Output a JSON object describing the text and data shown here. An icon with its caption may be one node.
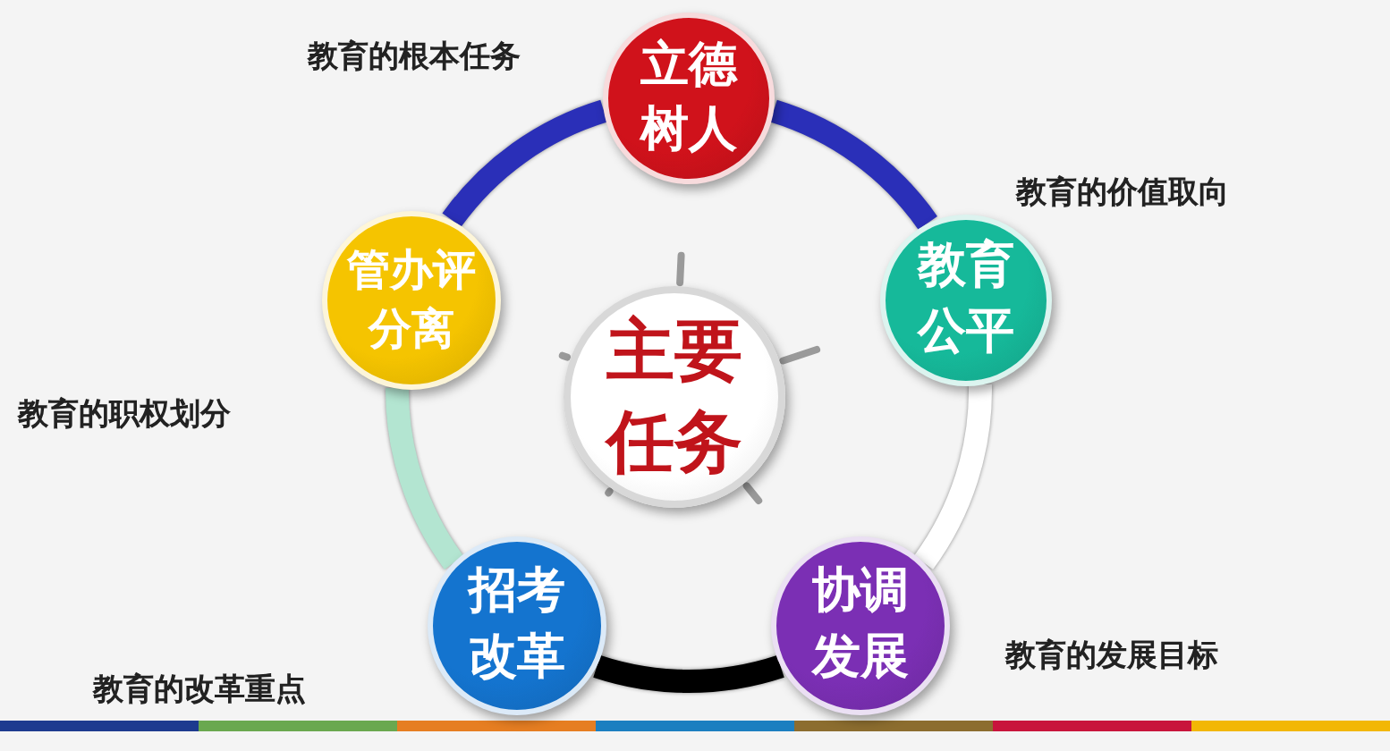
{
  "diagram": {
    "nodes": [
      {
        "text": [
          "立德树人"
        ]
      },
      {
        "text": [
          "管办评分离"
        ]
      },
      {
        "text": [
          "主要任务"
        ]
      },
      {
        "text": [
          "教育公平"
        ]
      },
      {
        "text": [
          "招考改革"
        ]
      },
      {
        "text": [
          "协调发展"
        ]
      }
    ],
    "edges": [
      {
        "from": 0,
        "to": 3,
        "arrow": "none",
        "color": "#2a2fb8"
      },
      {
        "from": 3,
        "to": 5,
        "arrow": "none",
        "color": "#ffffff"
      },
      {
        "from": 5,
        "to": 4,
        "arrow": "none",
        "color": "#000000"
      },
      {
        "from": 4,
        "to": 1,
        "arrow": "none",
        "color": "#b3e5d1"
      },
      {
        "from": 1,
        "to": 0,
        "arrow": "none",
        "color": "#2a2fb8"
      }
    ],
    "labels": [
      "教育的根本任务",
      "教育的价值取向",
      "教育的职权划分",
      "教育的改革重点",
      "教育的发展目标"
    ]
  }
}
